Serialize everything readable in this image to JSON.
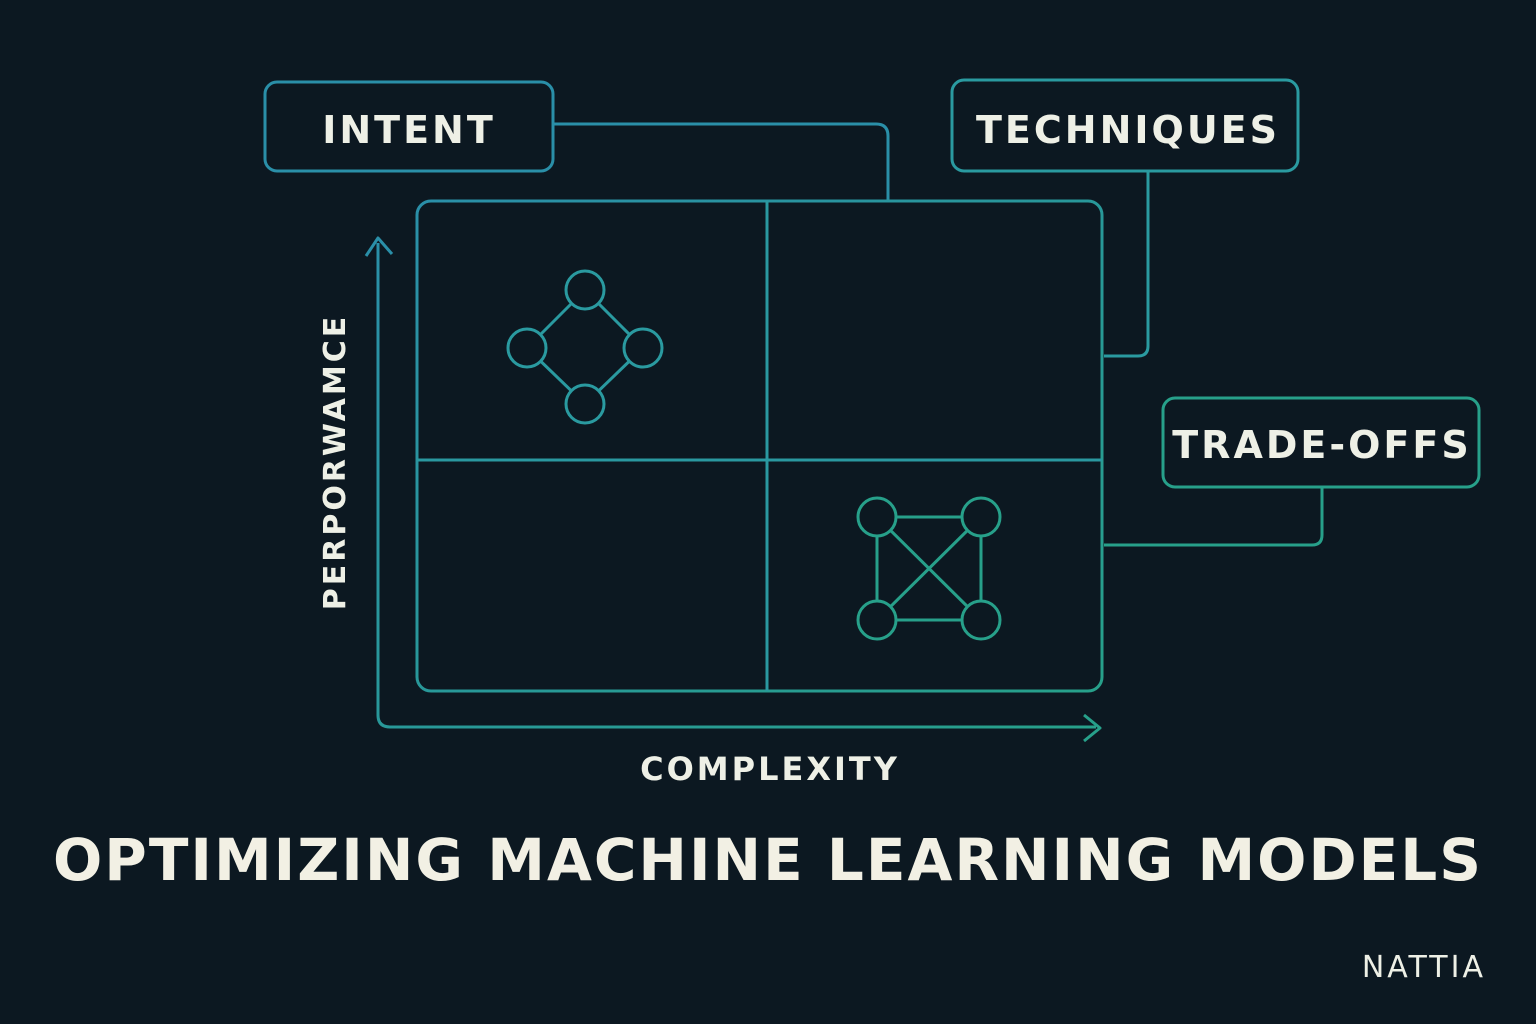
{
  "diagram": {
    "labels": {
      "intent": "INTENT",
      "techniques": "TECHNIQUES",
      "tradeoffs": "TRADE-OFFS"
    },
    "axes": {
      "y_label": "PERPORWAMCE",
      "x_label": "COMPLEXITY"
    },
    "colors": {
      "background": "#0c1821",
      "stroke_blue": "#2a8fa8",
      "stroke_teal": "#27a08a",
      "text": "#eef0e6"
    },
    "quadrant_icons": {
      "top_left": "diamond-network-icon",
      "bottom_right": "square-cross-network-icon"
    }
  },
  "title": "OPTIMIZING MACHINE LEARNING MODELS",
  "brand": "NATTIA"
}
